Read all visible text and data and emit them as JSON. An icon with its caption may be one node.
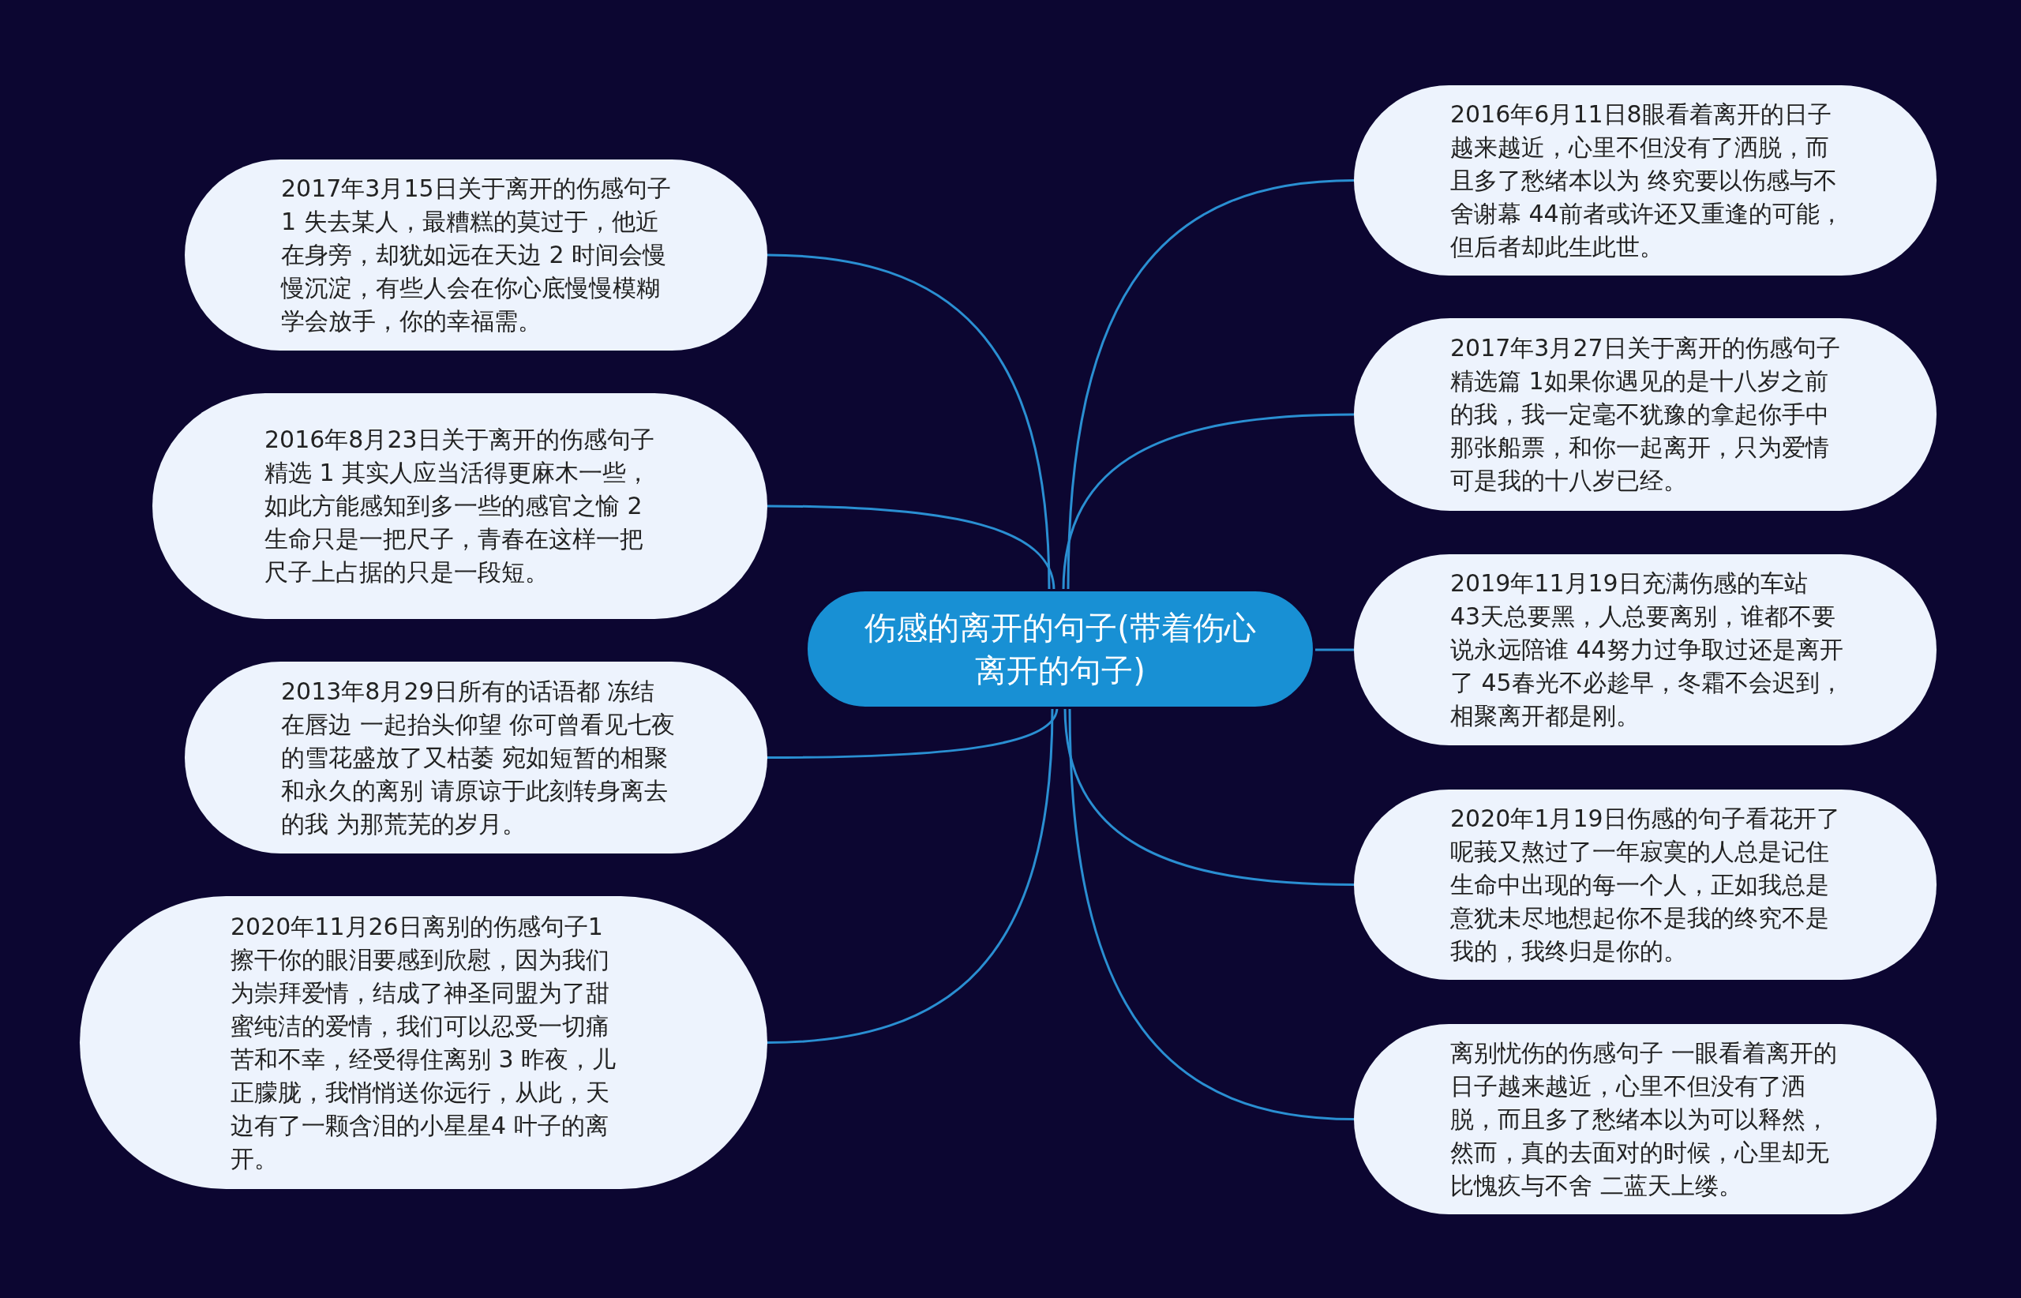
{
  "diagram": {
    "nodes": [
      {
        "text": [
          "伤感的离开的句子(带着伤心离开的句子)"
        ]
      },
      {
        "text": [
          "2017年3月15日关于离开的伤感句子 1 失去某人，最糟糕的莫过于，他近在身旁，却犹如远在天边 2 时间会慢慢沉淀，有些人会在你心底慢慢模糊学会放手，你的幸福需。"
        ]
      },
      {
        "text": [
          "2016年8月23日关于离开的伤感句子精选 1 其实人应当活得更麻木一些，如此方能感知到多一些的感官之愉 2 生命只是一把尺子，青春在这样一把尺子上占据的只是一段短。"
        ]
      },
      {
        "text": [
          "2013年8月29日所有的话语都 冻结在唇边 一起抬头仰望 你可曾看见七夜的雪花盛放了又枯萎 宛如短暂的相聚和永久的离别 请原谅于此刻转身离去的我 为那荒芜的岁月。"
        ]
      },
      {
        "text": [
          "2020年11月26日离别的伤感句子1 擦干你的眼泪要感到欣慰，因为我们为崇拜爱情，结成了神圣同盟为了甜蜜纯洁的爱情，我们可以忍受一切痛苦和不幸，经受得住离别 3 昨夜，儿正朦胧，我悄悄送你远行，从此，天边有了一颗含泪的小星星4 叶子的离开。"
        ]
      },
      {
        "text": [
          "2016年6月11日8眼看着离开的日子越来越近，心里不但没有了洒脱，而且多了愁绪本以为 终究要以伤感与不舍谢幕 44前者或许还又重逢的可能，但后者却此生此世。"
        ]
      },
      {
        "text": [
          "2017年3月27日关于离开的伤感句子精选篇 1如果你遇见的是十八岁之前的我，我一定毫不犹豫的拿起你手中那张船票，和你一起离开，只为爱情可是我的十八岁已经。"
        ]
      },
      {
        "text": [
          "2019年11月19日充满伤感的车站 43天总要黑，人总要离别，谁都不要说永远陪谁 44努力过争取过还是离开了 45春光不必趁早，冬霜不会迟到，相聚离开都是刚。"
        ]
      },
      {
        "text": [
          "2020年1月19日伤感的句子看花开了呢莪又熬过了一年寂寞的人总是记住生命中出现的每一个人，正如我总是意犹未尽地想起你不是我的终究不是我的，我终归是你的。"
        ]
      },
      {
        "text": [
          "离别忧伤的伤感句子 一眼看着离开的日子越来越近，心里不但没有了洒脱，而且多了愁绪本以为可以释然，然而，真的去面对的时候，心里却无比愧疚与不舍 二蓝天上缕。"
        ]
      }
    ],
    "edges": [
      {
        "from": 0,
        "to": 1,
        "arrow": "none"
      },
      {
        "from": 0,
        "to": 2,
        "arrow": "none"
      },
      {
        "from": 0,
        "to": 3,
        "arrow": "none"
      },
      {
        "from": 0,
        "to": 4,
        "arrow": "none"
      },
      {
        "from": 0,
        "to": 5,
        "arrow": "none"
      },
      {
        "from": 0,
        "to": 6,
        "arrow": "none"
      },
      {
        "from": 0,
        "to": 7,
        "arrow": "none"
      },
      {
        "from": 0,
        "to": 8,
        "arrow": "none"
      },
      {
        "from": 0,
        "to": 9,
        "arrow": "none"
      }
    ]
  }
}
